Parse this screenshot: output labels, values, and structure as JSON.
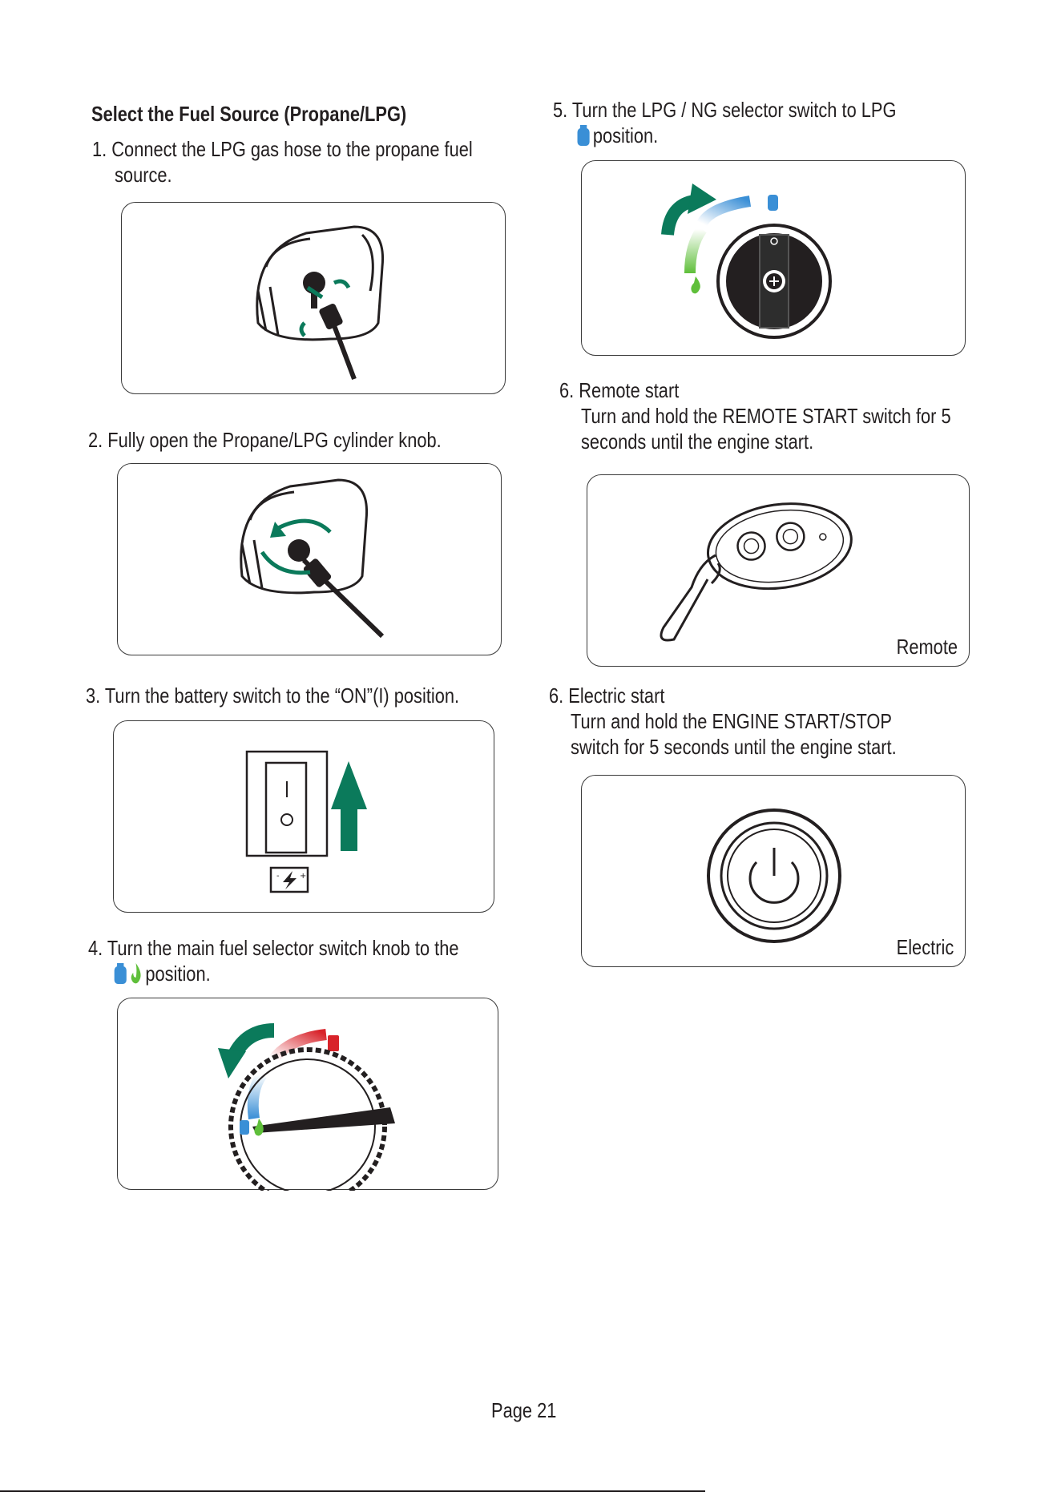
{
  "section_title": "Select the Fuel Source (Propane/LPG)",
  "steps": [
    {
      "id": 1,
      "line1": "1. Connect the LPG gas hose to the propane fuel",
      "line2": "source."
    },
    {
      "id": 2,
      "line1": "2. Fully open the Propane/LPG cylinder knob."
    },
    {
      "id": 3,
      "line1": "3. Turn the battery switch to the “ON”(I) position."
    },
    {
      "id": 4,
      "line1": "4. Turn the main fuel selector switch knob to the",
      "line2": "position."
    },
    {
      "id": 5,
      "line1": "5. Turn the LPG / NG selector switch to LPG",
      "line2": "position."
    },
    {
      "id": 6,
      "line1": "6. Remote start",
      "line2": "Turn and hold the REMOTE START switch for 5",
      "line3": "seconds until the engine start.",
      "caption": "Remote"
    },
    {
      "id": 7,
      "line1": "6. Electric start",
      "line2": "Turn and hold the ENGINE START/STOP",
      "line3": "switch for 5 seconds until the engine start.",
      "caption": "Electric"
    }
  ],
  "page_number": "Page 21",
  "colors": {
    "green": "#0b7a5b",
    "blue": "#3a8fd6",
    "red": "#d8232a",
    "light_green": "#5fbf3a"
  }
}
